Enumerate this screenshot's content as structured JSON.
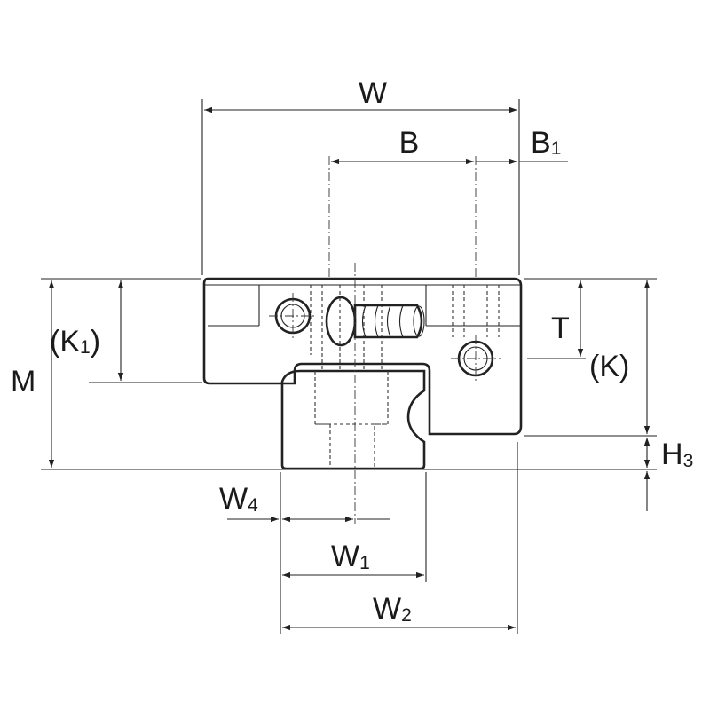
{
  "labels": {
    "W": {
      "main": "W",
      "sub": ""
    },
    "B": {
      "main": "B",
      "sub": ""
    },
    "B1": {
      "main": "B",
      "sub": "1"
    },
    "T": {
      "main": "T",
      "sub": ""
    },
    "K": {
      "main": "(K)",
      "sub": ""
    },
    "K1": {
      "main": "(K",
      "sub": "1",
      "close": ")"
    },
    "M": {
      "main": "M",
      "sub": ""
    },
    "H3": {
      "main": "H",
      "sub": "3"
    },
    "W4": {
      "main": "W",
      "sub": "4"
    },
    "W1": {
      "main": "W",
      "sub": "1"
    },
    "W2": {
      "main": "W",
      "sub": "2"
    }
  },
  "colors": {
    "line": "#222222",
    "background": "#ffffff"
  }
}
